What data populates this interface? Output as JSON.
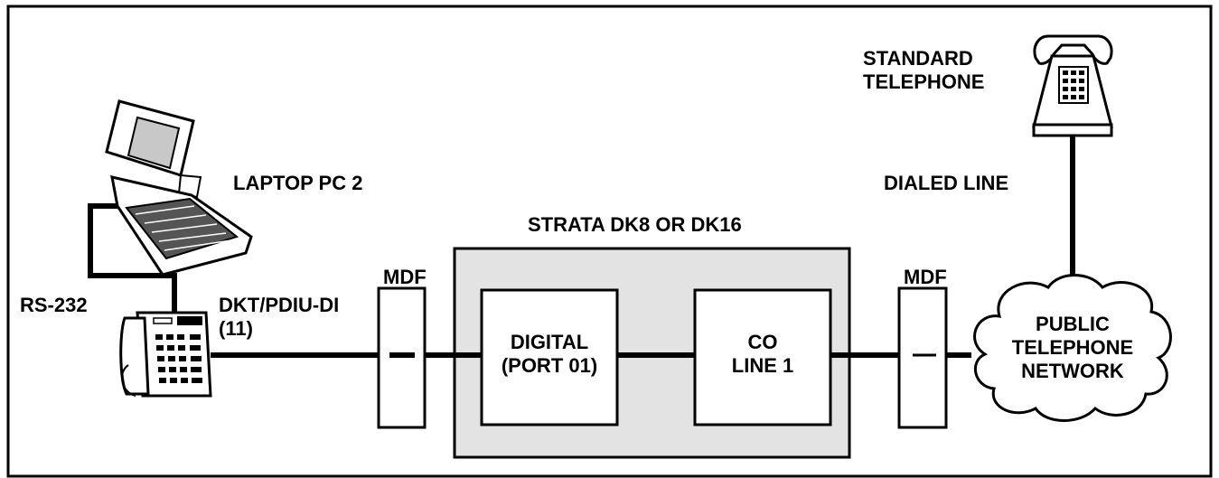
{
  "colors": {
    "line": "#000000",
    "system_fill": "#e3e3e3",
    "background": "#ffffff"
  },
  "labels": {
    "standard_telephone": [
      "STANDARD",
      "TELEPHONE"
    ],
    "laptop": "LAPTOP PC 2",
    "dialed_line": "DIALED LINE",
    "system_title": "STRATA DK8 OR DK16",
    "mdf_left": "MDF",
    "mdf_right": "MDF",
    "rs232": "RS-232",
    "dkt": [
      "DKT/PDIU-DI",
      "(11)"
    ],
    "digital_port": [
      "DIGITAL",
      "(PORT 01)"
    ],
    "co_line": [
      "CO",
      "LINE 1"
    ],
    "network": [
      "PUBLIC",
      "TELEPHONE",
      "NETWORK"
    ]
  },
  "icons": [
    "laptop-pc-icon",
    "digital-telephone-icon",
    "standard-telephone-icon",
    "cloud-icon"
  ]
}
